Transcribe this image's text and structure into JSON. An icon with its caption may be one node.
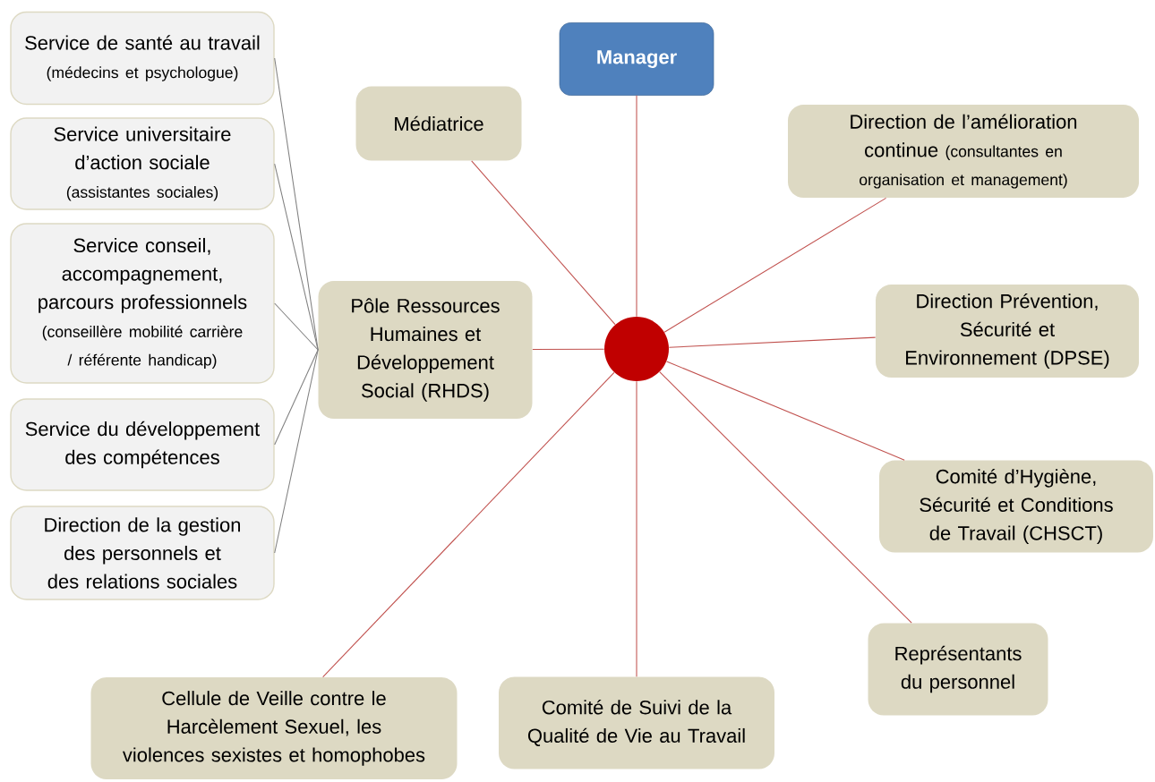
{
  "diagram": {
    "nodes": [
      {
        "text": [
          "Manager"
        ]
      },
      {
        "text": [
          "Médiatrice"
        ]
      },
      {
        "text": [
          "Direction de l’amélioration continue",
          "(consultantes en organisation et management)"
        ]
      },
      {
        "text": [
          "Pôle Ressources Humaines et Développement Social (RHDS)"
        ]
      },
      {
        "text": [],
        "shape": "circle"
      },
      {
        "text": [
          "Direction Prévention, Sécurité et Environnement (DPSE)"
        ]
      },
      {
        "text": [
          "Comité d’Hygiène, Sécurité et Conditions de Travail (CHSCT)"
        ]
      },
      {
        "text": [
          "Représentants du personnel"
        ]
      },
      {
        "text": [
          "Comité de Suivi de la Qualité de Vie au Travail"
        ]
      },
      {
        "text": [
          "Cellule de Veille contre le Harcèlement Sexuel, les violences sexistes et homophobes"
        ]
      },
      {
        "text": [
          "Service de santé au travail",
          "(médecins et psychologue)"
        ]
      },
      {
        "text": [
          "Service universitaire d’action sociale",
          "(assistantes sociales)"
        ]
      },
      {
        "text": [
          "Service conseil, accompagnement, parcours professionnels",
          "(conseillère mobilité carrière / référente handicap)"
        ]
      },
      {
        "text": [
          "Service du développement des compétences"
        ]
      },
      {
        "text": [
          "Direction de la gestion des personnels et des relations sociales"
        ]
      }
    ],
    "edges": [
      {
        "from": 4,
        "to": 0,
        "arrow": "none"
      },
      {
        "from": 4,
        "to": 1,
        "arrow": "none"
      },
      {
        "from": 4,
        "to": 2,
        "arrow": "none"
      },
      {
        "from": 4,
        "to": 3,
        "arrow": "none"
      },
      {
        "from": 4,
        "to": 5,
        "arrow": "none"
      },
      {
        "from": 4,
        "to": 6,
        "arrow": "none"
      },
      {
        "from": 4,
        "to": 7,
        "arrow": "none"
      },
      {
        "from": 4,
        "to": 8,
        "arrow": "none"
      },
      {
        "from": 4,
        "to": 9,
        "arrow": "none"
      },
      {
        "from": 3,
        "to": 10,
        "arrow": "none",
        "color": "#808080"
      },
      {
        "from": 3,
        "to": 11,
        "arrow": "none",
        "color": "#808080"
      },
      {
        "from": 3,
        "to": 12,
        "arrow": "none",
        "color": "#808080"
      },
      {
        "from": 3,
        "to": 13,
        "arrow": "none",
        "color": "#808080"
      },
      {
        "from": 3,
        "to": 14,
        "arrow": "none",
        "color": "#808080"
      }
    ]
  }
}
